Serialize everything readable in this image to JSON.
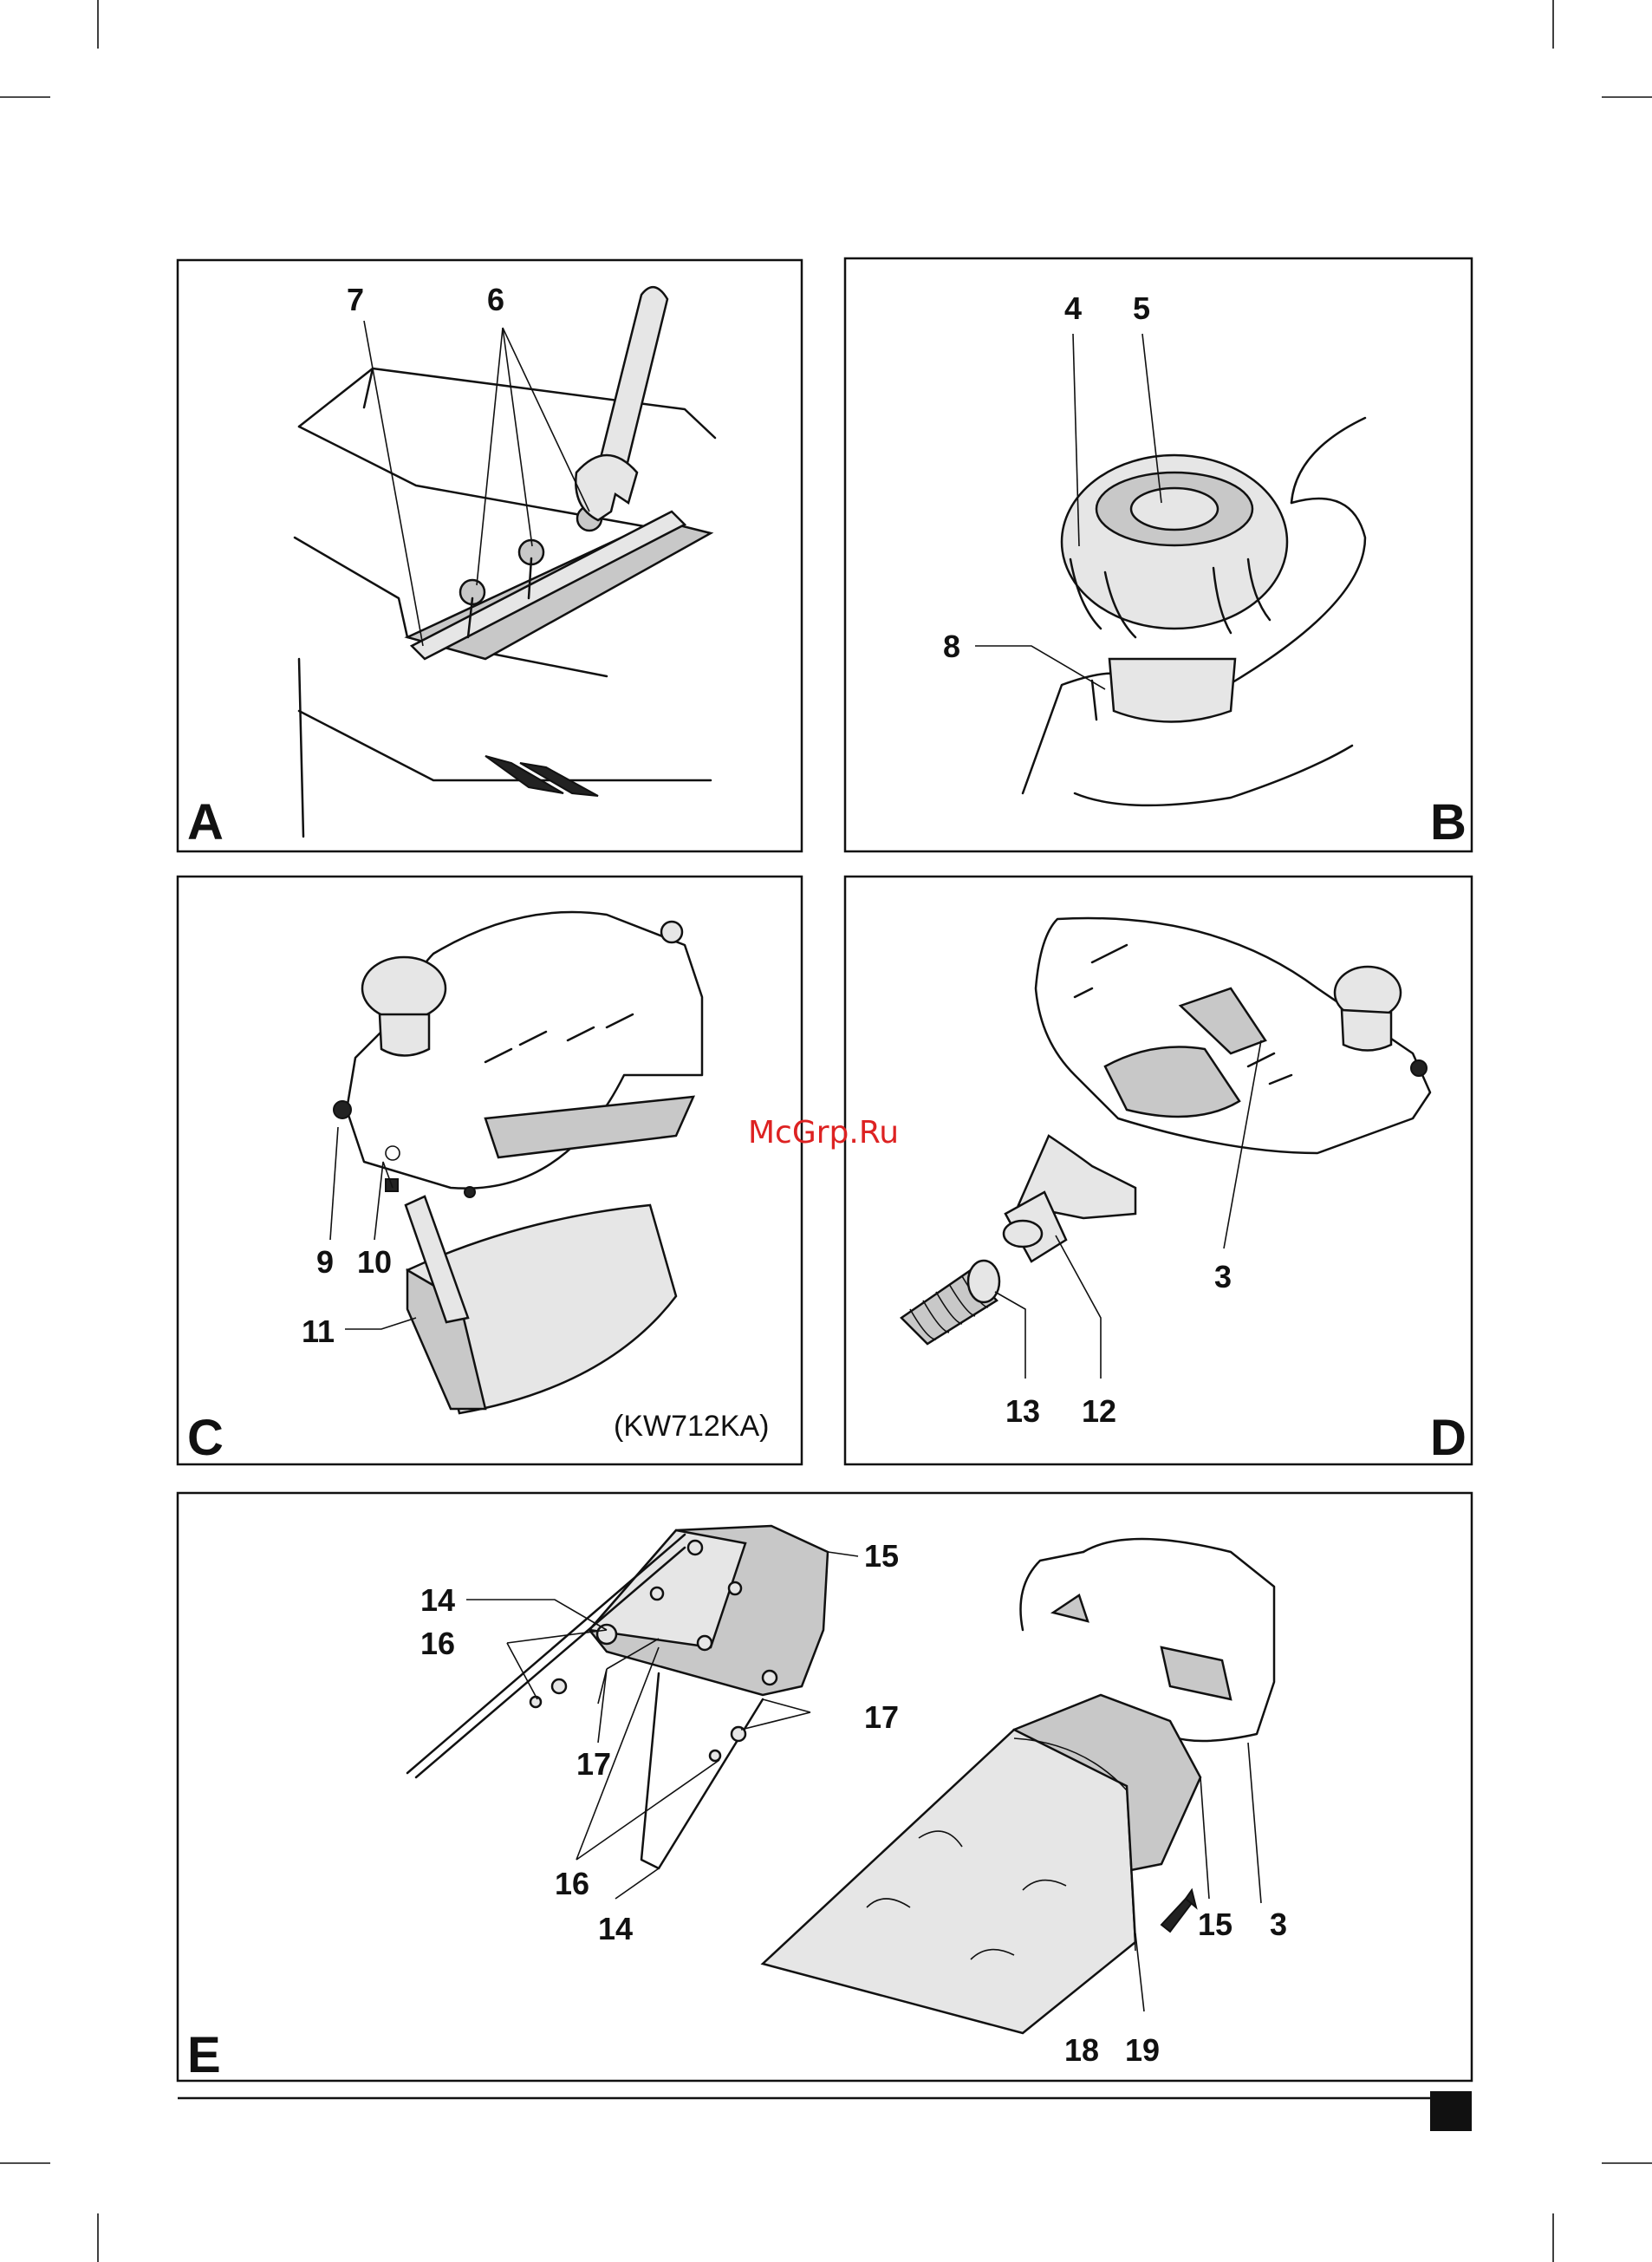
{
  "panels": {
    "a": {
      "letter": "A",
      "callouts": {
        "c7": "7",
        "c6": "6"
      }
    },
    "b": {
      "letter": "B",
      "callouts": {
        "c4": "4",
        "c5": "5",
        "c8": "8"
      }
    },
    "c": {
      "letter": "C",
      "callouts": {
        "c9": "9",
        "c10": "10",
        "c11": "11"
      },
      "model_note": "(KW712KA)"
    },
    "d": {
      "letter": "D",
      "callouts": {
        "c3": "3",
        "c13": "13",
        "c12": "12"
      }
    },
    "e": {
      "letter": "E",
      "callouts": {
        "c15a": "15",
        "c14a": "14",
        "c16a": "16",
        "c17a": "17",
        "c17b": "17",
        "c16b": "16",
        "c14b": "14",
        "c15b": "15",
        "c3": "3",
        "c18": "18",
        "c19": "19"
      }
    }
  },
  "watermark": "McGrp.Ru",
  "colors": {
    "line": "#111111",
    "shade": "#c8c8c8",
    "watermark": "#dd2222"
  }
}
